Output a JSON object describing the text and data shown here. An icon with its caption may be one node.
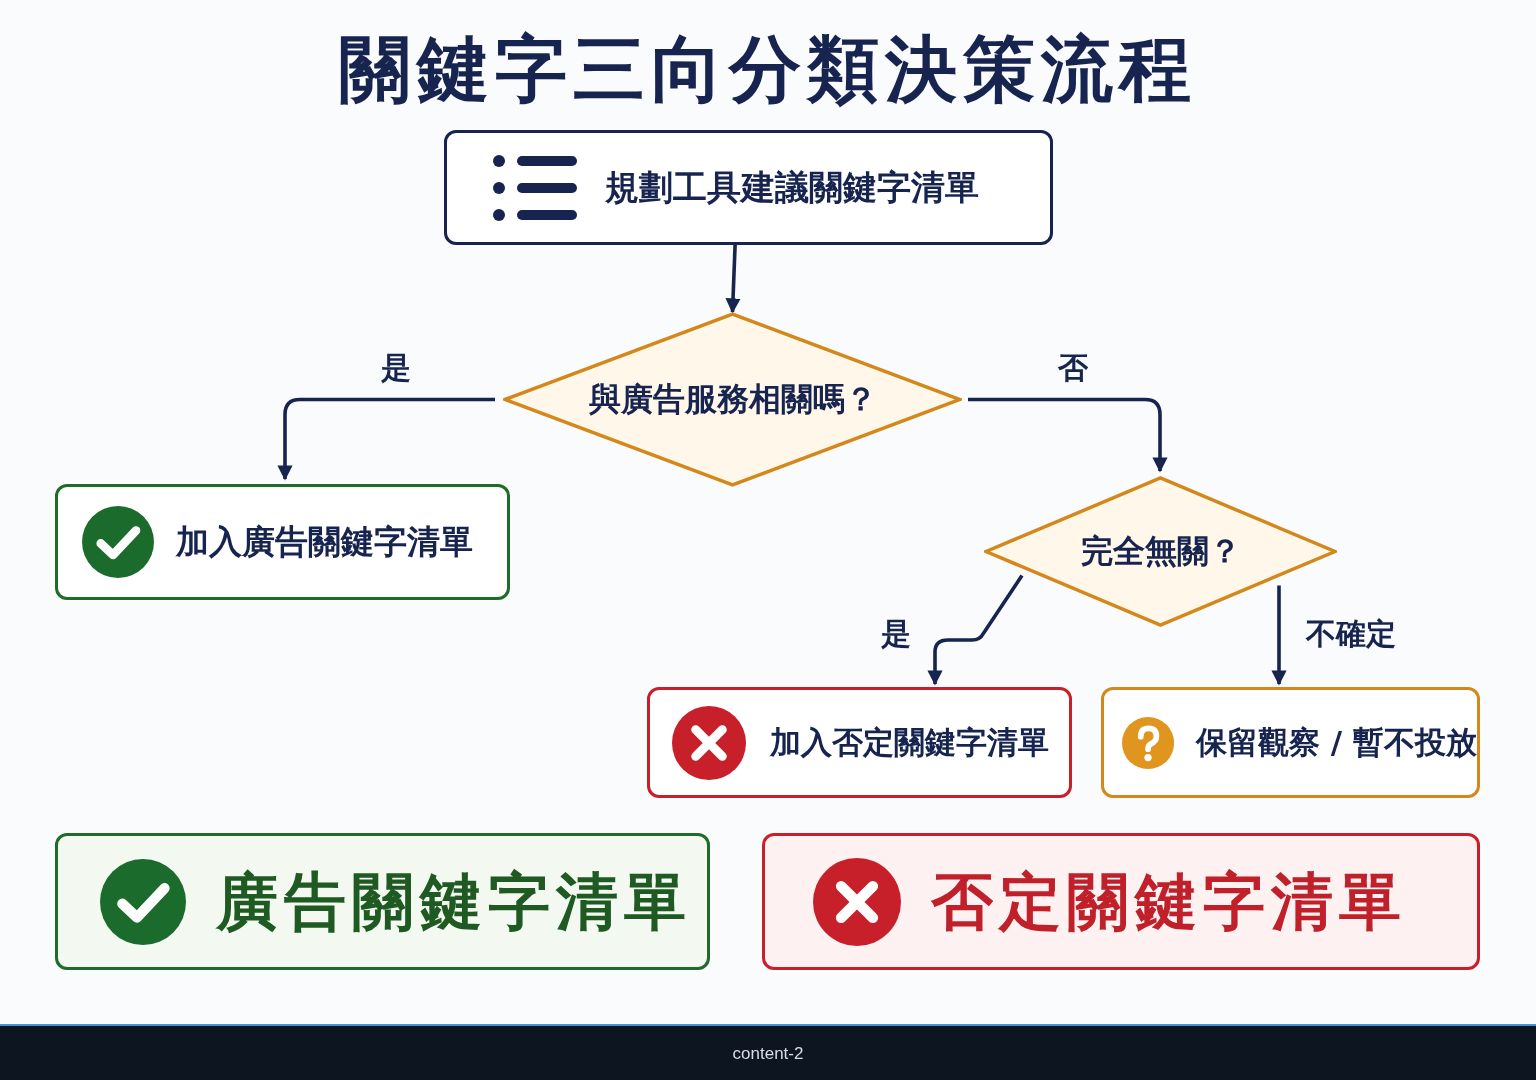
{
  "diagram": {
    "title": "關鍵字三向分類決策流程",
    "nodes": [
      {
        "text": [
          "規劃工具建議關鍵字清單"
        ]
      },
      {
        "text": [
          "與廣告服務相關嗎？"
        ]
      },
      {
        "text": [
          "加入廣告關鍵字清單"
        ]
      },
      {
        "text": [
          "完全無關？"
        ]
      },
      {
        "text": [
          "加入否定關鍵字清單"
        ]
      },
      {
        "text": [
          "保留觀察 / 暫不投放"
        ]
      },
      {
        "text": [
          "廣告關鍵字清單"
        ]
      },
      {
        "text": [
          "否定關鍵字清單"
        ]
      }
    ],
    "edges": [
      {
        "from": 0,
        "to": 1,
        "arrow": "to"
      },
      {
        "from": 1,
        "to": 2,
        "arrow": "to",
        "label": "是"
      },
      {
        "from": 1,
        "to": 3,
        "arrow": "to",
        "label": "否"
      },
      {
        "from": 3,
        "to": 4,
        "arrow": "to",
        "label": "是"
      },
      {
        "from": 3,
        "to": 5,
        "arrow": "to",
        "label": "不確定"
      }
    ],
    "labels": [
      "content-2"
    ]
  }
}
